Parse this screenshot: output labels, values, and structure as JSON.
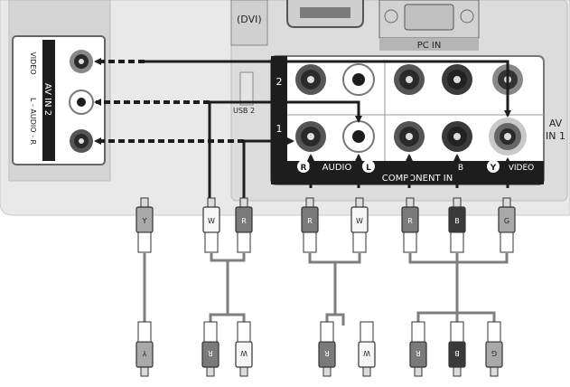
{
  "panel": {
    "dvi_label": "(DVI)",
    "pcin_label": "PC IN",
    "usb_label": "USB 2",
    "row2_label": "2",
    "row1_label": "1",
    "audio_label": "AUDIO",
    "audio_r_badge": "R",
    "audio_l_badge": "L",
    "video_label": "VIDEO",
    "video_badge": "Y",
    "pb_badge": "B",
    "component_label": "COMPONENT IN",
    "avin1_line1": "AV",
    "avin1_line2": "IN 1"
  },
  "side": {
    "video_label": "VIDEO",
    "audio_label": "L - AUDIO - R",
    "avin2_label": "AV IN 2",
    "l_badge": "L",
    "r_badge": "R"
  },
  "plugs": {
    "composite_video": "Y",
    "av_audio_white": "W",
    "av_audio_red": "R",
    "audio1_red": "R",
    "audio1_white": "W",
    "comp_r": "R",
    "comp_b": "B",
    "comp_g": "G"
  },
  "colors": {
    "panel": "#e9e9ea",
    "jack_bar": "#1d1d1d",
    "cable": "#7f7f7f",
    "red_plug": "#7a7a7a",
    "blue_plug": "#3a3a3a",
    "green_plug": "#a9a9a9",
    "white_plug": "#f6f6f6"
  }
}
